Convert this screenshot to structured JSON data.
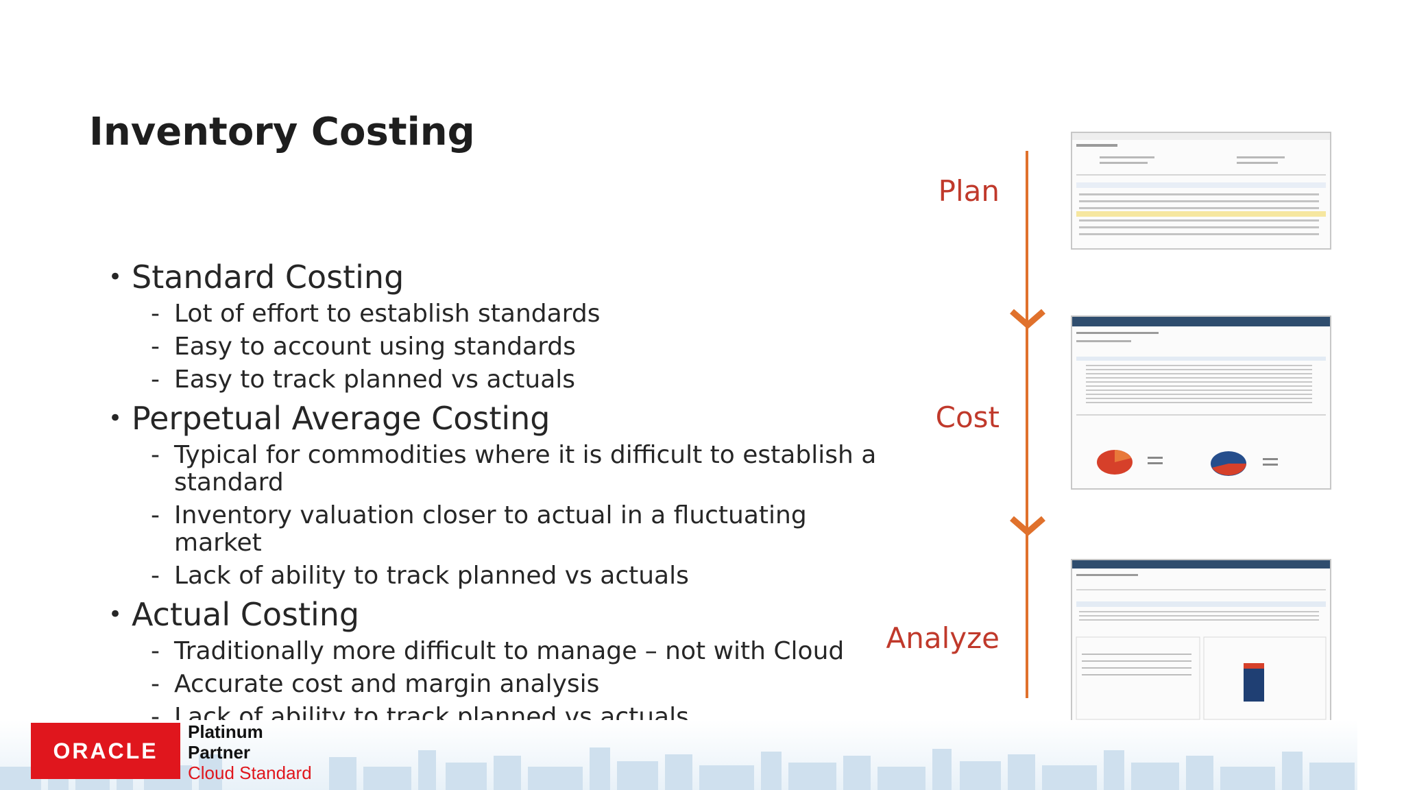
{
  "slide": {
    "title": "Inventory Costing",
    "sections": [
      {
        "heading": "Standard Costing",
        "items": [
          "Lot of effort to establish standards",
          "Easy to account using standards",
          "Easy to track planned vs actuals"
        ]
      },
      {
        "heading": "Perpetual Average Costing",
        "items": [
          "Typical for commodities where it is difficult to establish a standard",
          "Inventory valuation closer to actual in a fluctuating market",
          "Lack of ability to track planned vs actuals"
        ]
      },
      {
        "heading": "Actual Costing",
        "items": [
          "Traditionally more difficult to manage – not with Cloud",
          "Accurate cost and margin analysis",
          "Lack of ability to track planned vs actuals"
        ]
      }
    ]
  },
  "flow": {
    "stages": [
      "Plan",
      "Cost",
      "Analyze"
    ],
    "line_color": "#e0712c",
    "label_color": "#c0392b"
  },
  "footer": {
    "oracle_logo": "ORACLE",
    "partner_line1": "Platinum",
    "partner_line2": "Partner",
    "partner_line3": "Cloud Standard",
    "brand_color": "#e0161d"
  }
}
